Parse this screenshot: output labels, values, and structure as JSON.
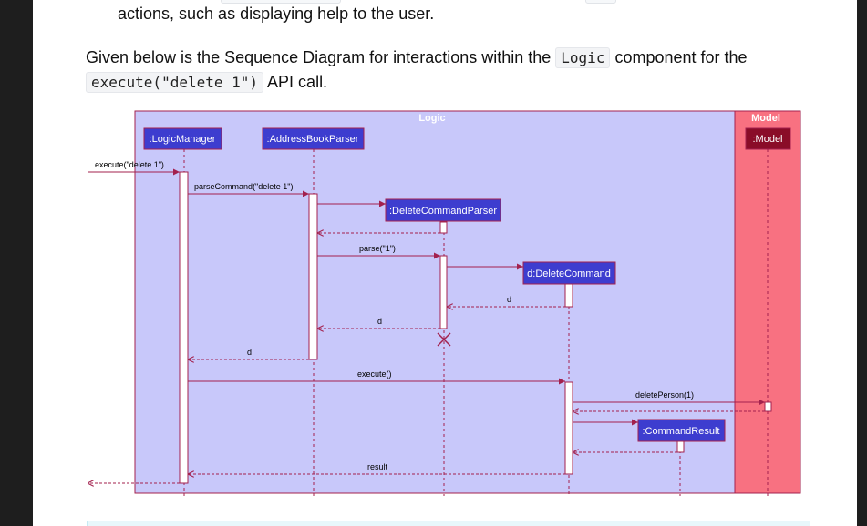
{
  "doc": {
    "line1": "actions, such as displaying help to the user.",
    "para_text_1": "Given below is the Sequence Diagram for interactions within the ",
    "para_code_1": "Logic",
    "para_text_2": " component for the ",
    "para_code_2": "execute(\"delete 1\")",
    "para_text_3": " API call."
  },
  "diagram": {
    "boxes": {
      "logic": "Logic",
      "model": "Model"
    },
    "participants": {
      "logic_manager": ":LogicManager",
      "address_book_parser": ":AddressBookParser",
      "delete_command_parser": ":DeleteCommandParser",
      "delete_command": "d:DeleteCommand",
      "model": ":Model",
      "command_result": ":CommandResult"
    },
    "messages": {
      "execute_call": "execute(\"delete 1\")",
      "parse_command": "parseCommand(\"delete 1\")",
      "parse": "parse(\"1\")",
      "return_d_1": "d",
      "return_d_2": "d",
      "return_d_3": "d",
      "execute": "execute()",
      "delete_person": "deletePerson(1)",
      "result": "result"
    }
  },
  "colors": {
    "logic_fill": "#c8c8fa",
    "model_fill": "#f87181",
    "participant_fill": "#3d3dcf",
    "line": "#a3214e"
  }
}
